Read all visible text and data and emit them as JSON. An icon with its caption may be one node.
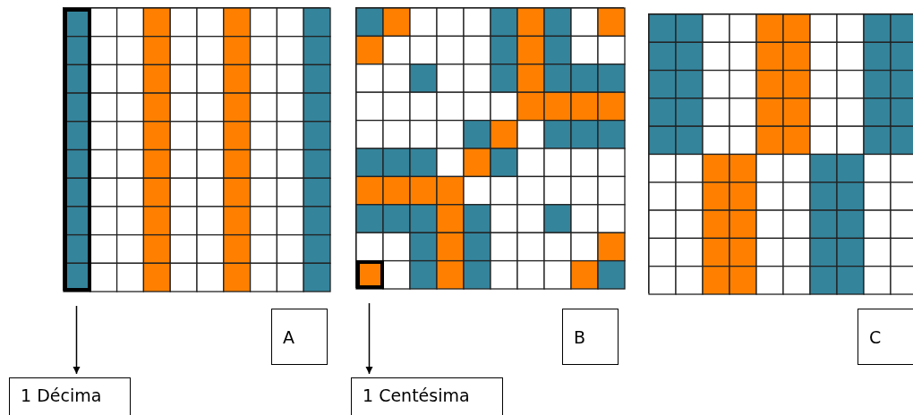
{
  "diagram": {
    "nodes": [
      {
        "text": [],
        "shape": "grid"
      },
      {
        "text": [],
        "shape": "bar",
        "in": 0
      },
      {
        "text": [],
        "shape": "grid"
      },
      {
        "text": [],
        "shape": "box",
        "in": 2
      },
      {
        "text": [],
        "shape": "grid"
      },
      {
        "text": [
          "A"
        ]
      },
      {
        "text": [
          "B"
        ]
      },
      {
        "text": [
          "C"
        ]
      },
      {
        "text": [
          "1 Décima"
        ]
      },
      {
        "text": [
          "1 Centésima"
        ]
      }
    ],
    "edges": [
      {
        "from": 1,
        "to": 8,
        "arrow": "to"
      },
      {
        "from": 3,
        "to": 9,
        "arrow": "to"
      }
    ]
  }
}
